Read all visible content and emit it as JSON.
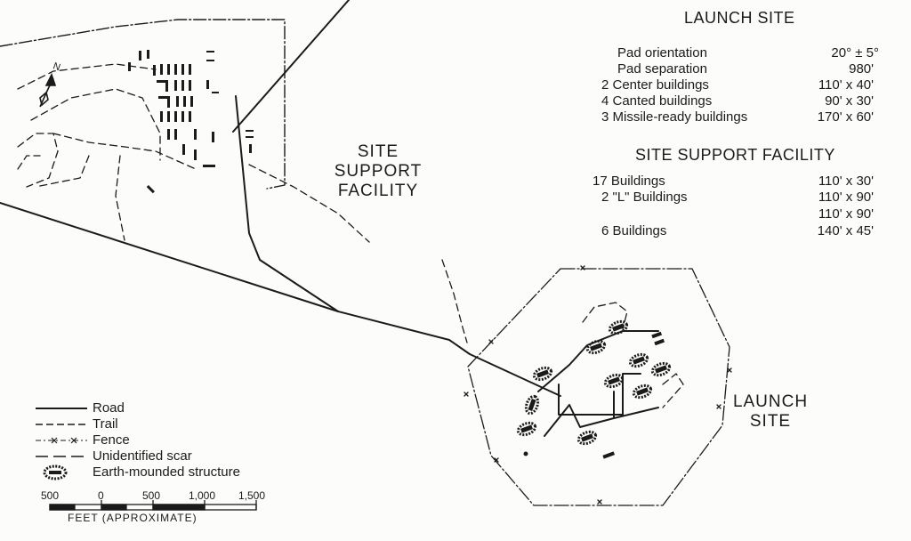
{
  "site_support_label": [
    "SITE SUPPORT",
    "FACILITY"
  ],
  "launch_site_label": [
    "LAUNCH",
    "SITE"
  ],
  "north_marker": "N",
  "specs": {
    "launch_site": {
      "heading": "LAUNCH SITE",
      "rows": [
        {
          "label": "Pad orientation",
          "value": "20° ± 5°"
        },
        {
          "label": "Pad separation",
          "value": "980'"
        },
        {
          "label": "2 Center buildings",
          "value": "110' x 40'"
        },
        {
          "label": "4 Canted buildings",
          "value": "90' x 30'"
        },
        {
          "label": "3 Missile-ready buildings",
          "value": "170' x 60'"
        }
      ]
    },
    "site_support": {
      "heading": "SITE SUPPORT FACILITY",
      "rows": [
        {
          "label": "17 Buildings",
          "value": "110' x 30'"
        },
        {
          "label": "2 \"L\" Buildings",
          "value": "110' x 90'"
        },
        {
          "label": "",
          "value": "110' x 90'"
        },
        {
          "label": "6 Buildings",
          "value": "140' x 45'"
        }
      ]
    }
  },
  "legend": {
    "items": [
      {
        "symbol": "road",
        "label": "Road"
      },
      {
        "symbol": "trail",
        "label": "Trail"
      },
      {
        "symbol": "fence",
        "label": "Fence"
      },
      {
        "symbol": "scar",
        "label": "Unidentified scar"
      },
      {
        "symbol": "mound",
        "label": "Earth-mounded structure"
      }
    ]
  },
  "scale": {
    "ticks": [
      "500",
      "0",
      "500",
      "1,000",
      "1,500"
    ],
    "unit_label": "FEET (APPROXIMATE)"
  }
}
